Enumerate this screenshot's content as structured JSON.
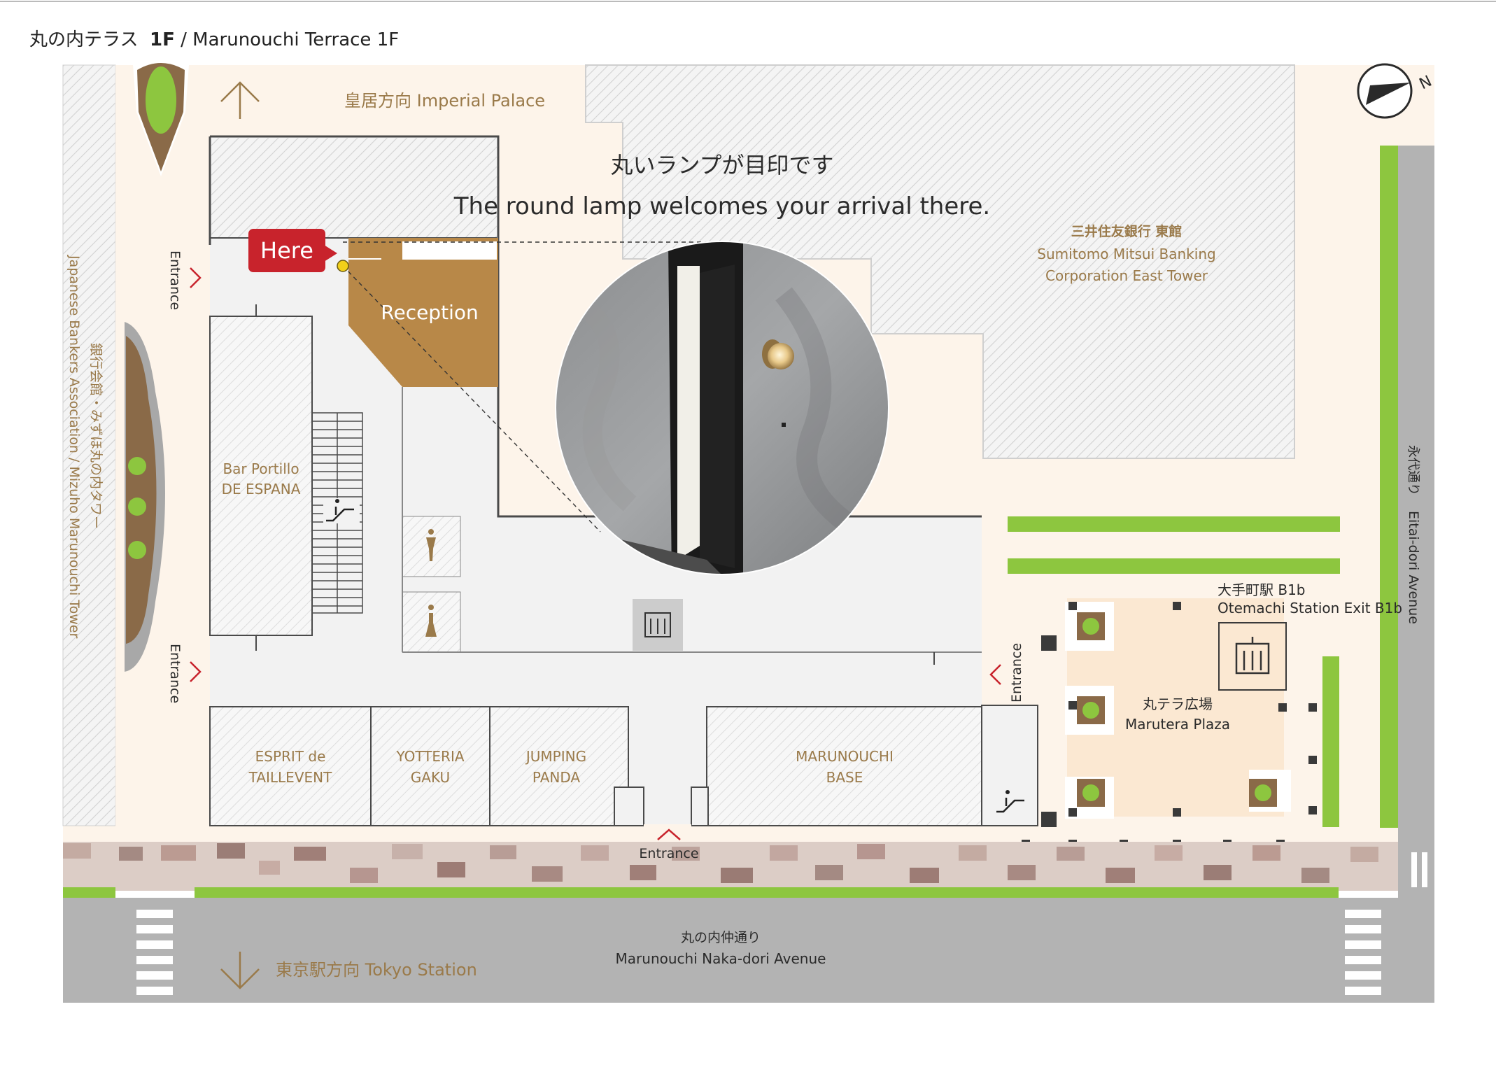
{
  "title": {
    "prefix": "丸の内テラス",
    "floor": "1F",
    "rest": " / Marunouchi Terrace 1F"
  },
  "direction": {
    "imperial_palace": "皇居方向  Imperial Palace",
    "tokyo_station": "東京駅方向  Tokyo Station"
  },
  "callout": {
    "jp": "丸いランプが目印です",
    "en": "The round lamp welcomes your arrival there.",
    "here": "Here"
  },
  "rooms": {
    "reception": "Reception",
    "bar_line1": "Bar Portillo",
    "bar_line2": "DE ESPANA",
    "esprit_line1": "ESPRIT de",
    "esprit_line2": "TAILLEVENT",
    "yotteria_line1": "YOTTERIA",
    "yotteria_line2": "GAKU",
    "jumping_line1": "JUMPING",
    "jumping_line2": "PANDA",
    "base_line1": "MARUNOUCHI",
    "base_line2": "BASE"
  },
  "buildings": {
    "smbc_jp": "三井住友銀行 東館",
    "smbc_en1": "Sumitomo Mitsui Banking",
    "smbc_en2": "Corporation East Tower",
    "bankers": "Japanese Bankers Association / Mizuho Marunouchi Tower",
    "bankers_jp": "銀行会館・みずほ丸の内タワー"
  },
  "entrances": {
    "label": "Entrance"
  },
  "station": {
    "jp": "大手町駅 B1b",
    "en": "Otemachi Station Exit B1b"
  },
  "plaza": {
    "jp": "丸テラ広場",
    "en": "Marutera Plaza"
  },
  "streets": {
    "nakadori_jp": "丸の内仲通り",
    "nakadori_en": "Marunouchi Naka-dori Avenue",
    "eitai_jp": "永代通り",
    "eitai_en": "Eitai-dori Avenue"
  },
  "compass": {
    "north": "N"
  },
  "icons": [
    "escalator-icon",
    "restroom-icon",
    "elevator-icon",
    "compass-icon",
    "arrow-up-icon",
    "arrow-down-icon"
  ],
  "colors": {
    "reception": "#b88848",
    "here_badge": "#c8232c",
    "green": "#8dc63f",
    "path": "#fdf4ea",
    "street": "#b3b3b3",
    "text_gold": "#9a7a4a"
  }
}
